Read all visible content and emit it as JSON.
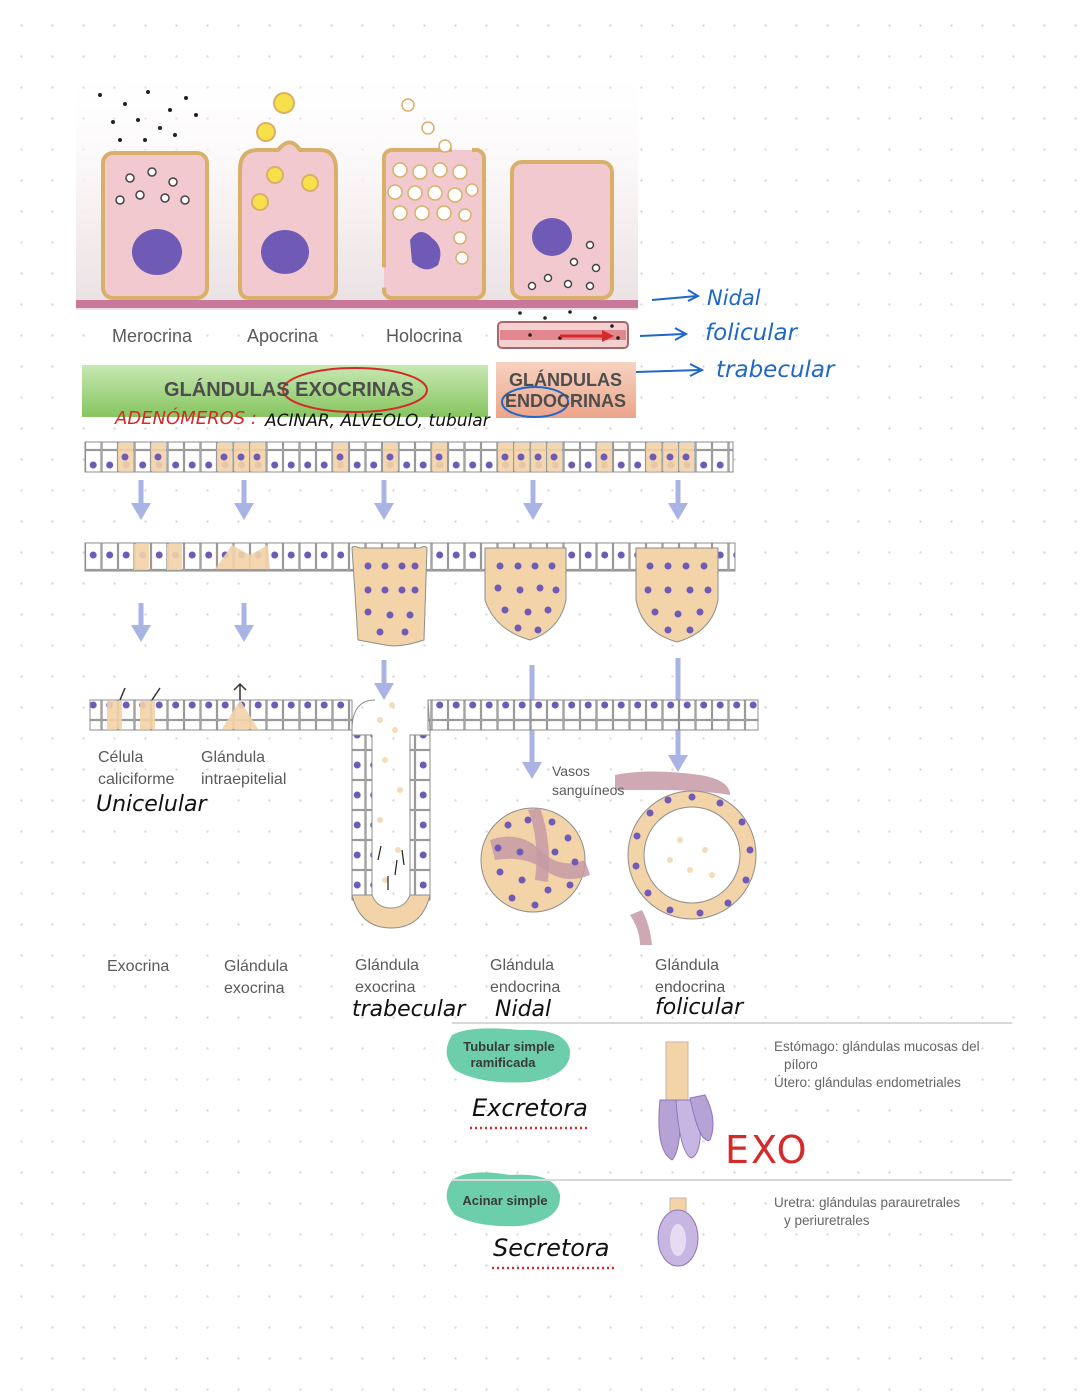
{
  "secretion_types": [
    "Merocrina",
    "Apocrina",
    "Holocrina"
  ],
  "banner_exocrine": "GLÁNDULAS EXOCRINAS",
  "banner_endocrine_line1": "GLÁNDULAS",
  "banner_endocrine_line2": "ENDOCRINAS",
  "notes": {
    "nidal": "Nidal",
    "folicular": "folicular",
    "trabecular": "trabecular",
    "adenomeros_label": "ADENÓMEROS :",
    "adenomeros_types": "ACINAR, ALVEOLO, tubular",
    "unicelular": "Unicelular",
    "trabecular_2": "trabecular",
    "nidal_2": "Nidal",
    "folicular_2": "folicular",
    "excretora": "Excretora",
    "secretora": "Secretora",
    "exo": "EXO"
  },
  "labels": {
    "celula_calciforme_1": "Célula",
    "celula_calciforme_2": "caliciforme",
    "glandula_intraepitelial_1": "Glándula",
    "glandula_intraepitelial_2": "intraepitelial",
    "vasos_1": "Vasos",
    "vasos_2": "sanguíneos",
    "exocrina": "Exocrina",
    "glandula_exocrina_1": "Glándula",
    "glandula_exocrina_2": "exocrina",
    "glandula_exocrina_b_1": "Glándula",
    "glandula_exocrina_b_2": "exocrina",
    "glandula_endocrina_1": "Glándula",
    "glandula_endocrina_2": "endocrina",
    "glandula_endocrina_b_1": "Glándula",
    "glandula_endocrina_b_2": "endocrina"
  },
  "examples": [
    {
      "type_line1": "Tubular simple",
      "type_line2": "ramificada",
      "desc_line1": "Estómago: glándulas mucosas del",
      "desc_line2": "píloro",
      "desc_line3": "Útero: glándulas endometriales"
    },
    {
      "type_line1": "Acinar simple",
      "desc_line1": "Uretra: glándulas parauretrales",
      "desc_line2": "y periuretrales"
    }
  ],
  "colors": {
    "cell_fill": "#f2c9cf",
    "cell_border": "#d9b06a",
    "nucleus": "#6f5bb6",
    "epith_fill": "#f3d3a8",
    "arrow": "#aab4e4",
    "handwriting_blue": "#1f68c9",
    "handwriting_red": "#d42a2a",
    "exocrine_banner": "#8dc96a",
    "endocrine_banner": "#f0b49a",
    "teal_highlight": "#5dc9a2"
  }
}
